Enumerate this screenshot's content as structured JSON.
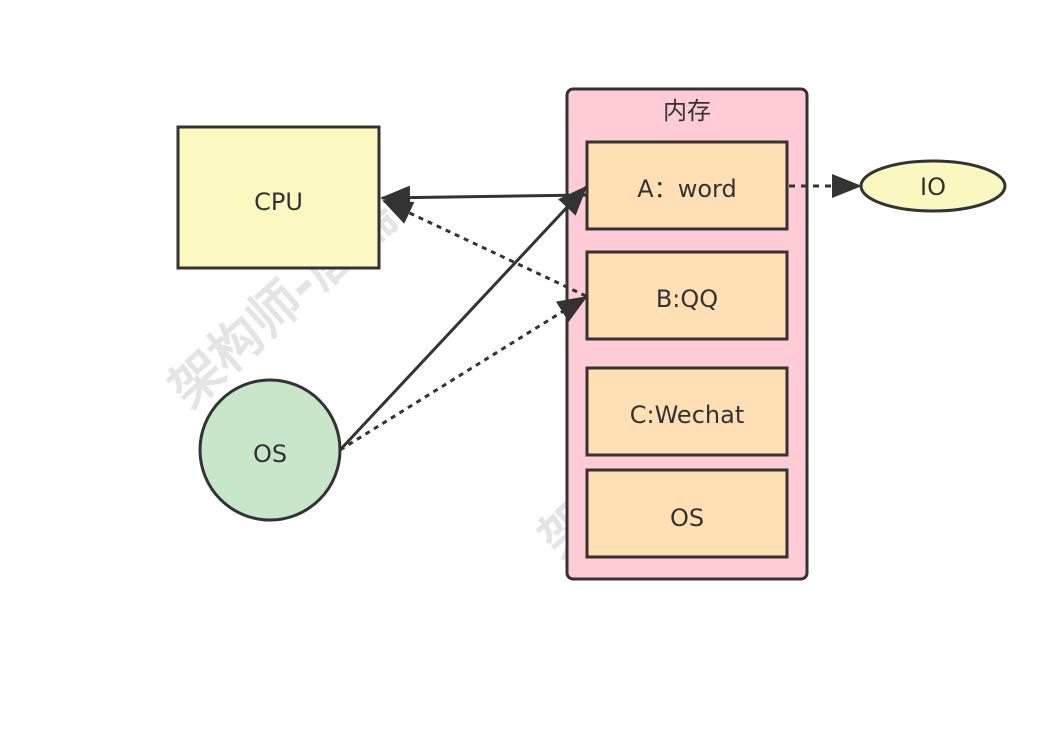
{
  "diagram": {
    "cpu": {
      "label": "CPU",
      "fill": "#fbf9c0"
    },
    "os_process": {
      "label": "OS",
      "fill": "#c8e6c9"
    },
    "memory": {
      "title": "内存",
      "fill": "#ffccd5",
      "slots": [
        {
          "label": "A：word"
        },
        {
          "label": "B:QQ"
        },
        {
          "label": "C:Wechat"
        },
        {
          "label": "OS"
        }
      ],
      "slot_fill": "#ffdfb3"
    },
    "io": {
      "label": "IO",
      "fill": "#fbf7c0"
    },
    "stroke_color": "#333333",
    "watermark": {
      "text": "架构师-唐儒"
    }
  }
}
